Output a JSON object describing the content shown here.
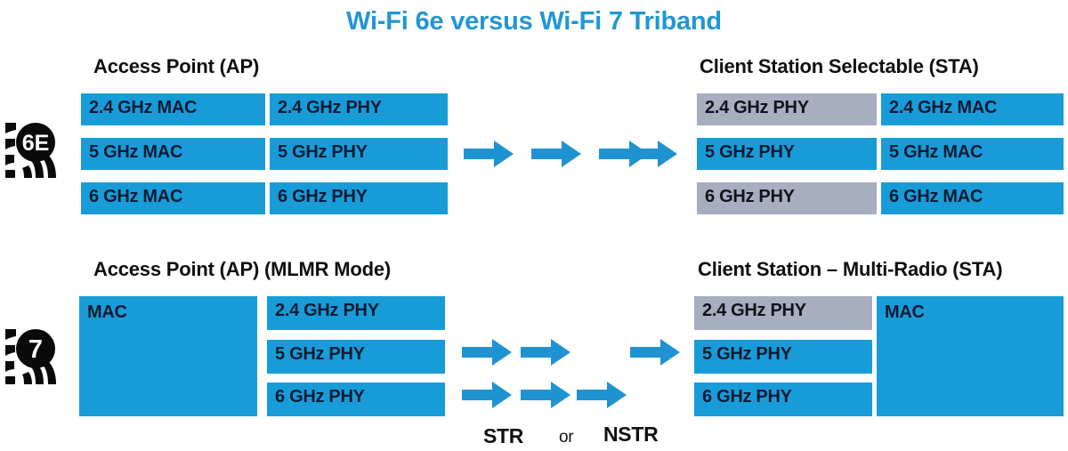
{
  "title": "Wi-Fi 6e versus Wi-Fi 7 Triband",
  "colors": {
    "title_blue": "#2196d4",
    "block_blue": "#189CD8",
    "block_gray": "#a7aec0",
    "arrow_blue": "#1f93d1",
    "text_dark": "#0d1b33",
    "background": "#ffffff"
  },
  "wifi6e": {
    "logo_label": "6E",
    "logo_icon": "wifi-6e-logo-icon",
    "ap": {
      "caption": "Access Point (AP)",
      "mac_column": [
        {
          "label": "2.4 GHz MAC",
          "state": "active"
        },
        {
          "label": "5 GHz MAC",
          "state": "active"
        },
        {
          "label": "6 GHz MAC",
          "state": "active"
        }
      ],
      "phy_column": [
        {
          "label": "2.4 GHz PHY",
          "state": "active"
        },
        {
          "label": "5 GHz PHY",
          "state": "active"
        },
        {
          "label": "6 GHz PHY",
          "state": "active"
        }
      ]
    },
    "link_arrows": [
      {
        "icon": "right-arrow-icon"
      },
      {
        "icon": "right-arrow-icon"
      },
      {
        "icon": "right-arrow-icon"
      },
      {
        "icon": "right-arrow-icon"
      }
    ],
    "sta": {
      "caption": "Client Station Selectable (STA)",
      "phy_column": [
        {
          "label": "2.4 GHz PHY",
          "state": "inactive"
        },
        {
          "label": "5 GHz PHY",
          "state": "active"
        },
        {
          "label": "6 GHz PHY",
          "state": "inactive"
        }
      ],
      "mac_column": [
        {
          "label": "2.4 GHz MAC",
          "state": "active"
        },
        {
          "label": "5 GHz MAC",
          "state": "active"
        },
        {
          "label": "6 GHz MAC",
          "state": "active"
        }
      ]
    }
  },
  "wifi7": {
    "logo_label": "7",
    "logo_icon": "wifi-7-logo-icon",
    "ap": {
      "caption": "Access Point (AP) (MLMR Mode)",
      "mac_block": {
        "label": "MAC",
        "state": "active"
      },
      "phy_column": [
        {
          "label": "2.4 GHz PHY",
          "state": "active"
        },
        {
          "label": "5 GHz PHY",
          "state": "active"
        },
        {
          "label": "6 GHz PHY",
          "state": "active"
        }
      ]
    },
    "link_arrow_rows": [
      {
        "slots": [
          "arrow",
          "arrow",
          "empty",
          "arrow"
        ]
      },
      {
        "slots": [
          "arrow",
          "arrow",
          "arrow",
          "empty"
        ]
      }
    ],
    "mode_labels": {
      "left": "STR",
      "conjunction": "or",
      "right": "NSTR"
    },
    "sta": {
      "caption": "Client Station – Multi-Radio (STA)",
      "phy_column": [
        {
          "label": "2.4 GHz PHY",
          "state": "inactive"
        },
        {
          "label": "5 GHz PHY",
          "state": "active"
        },
        {
          "label": "6 GHz PHY",
          "state": "active"
        }
      ],
      "mac_block": {
        "label": "MAC",
        "state": "active"
      }
    }
  }
}
